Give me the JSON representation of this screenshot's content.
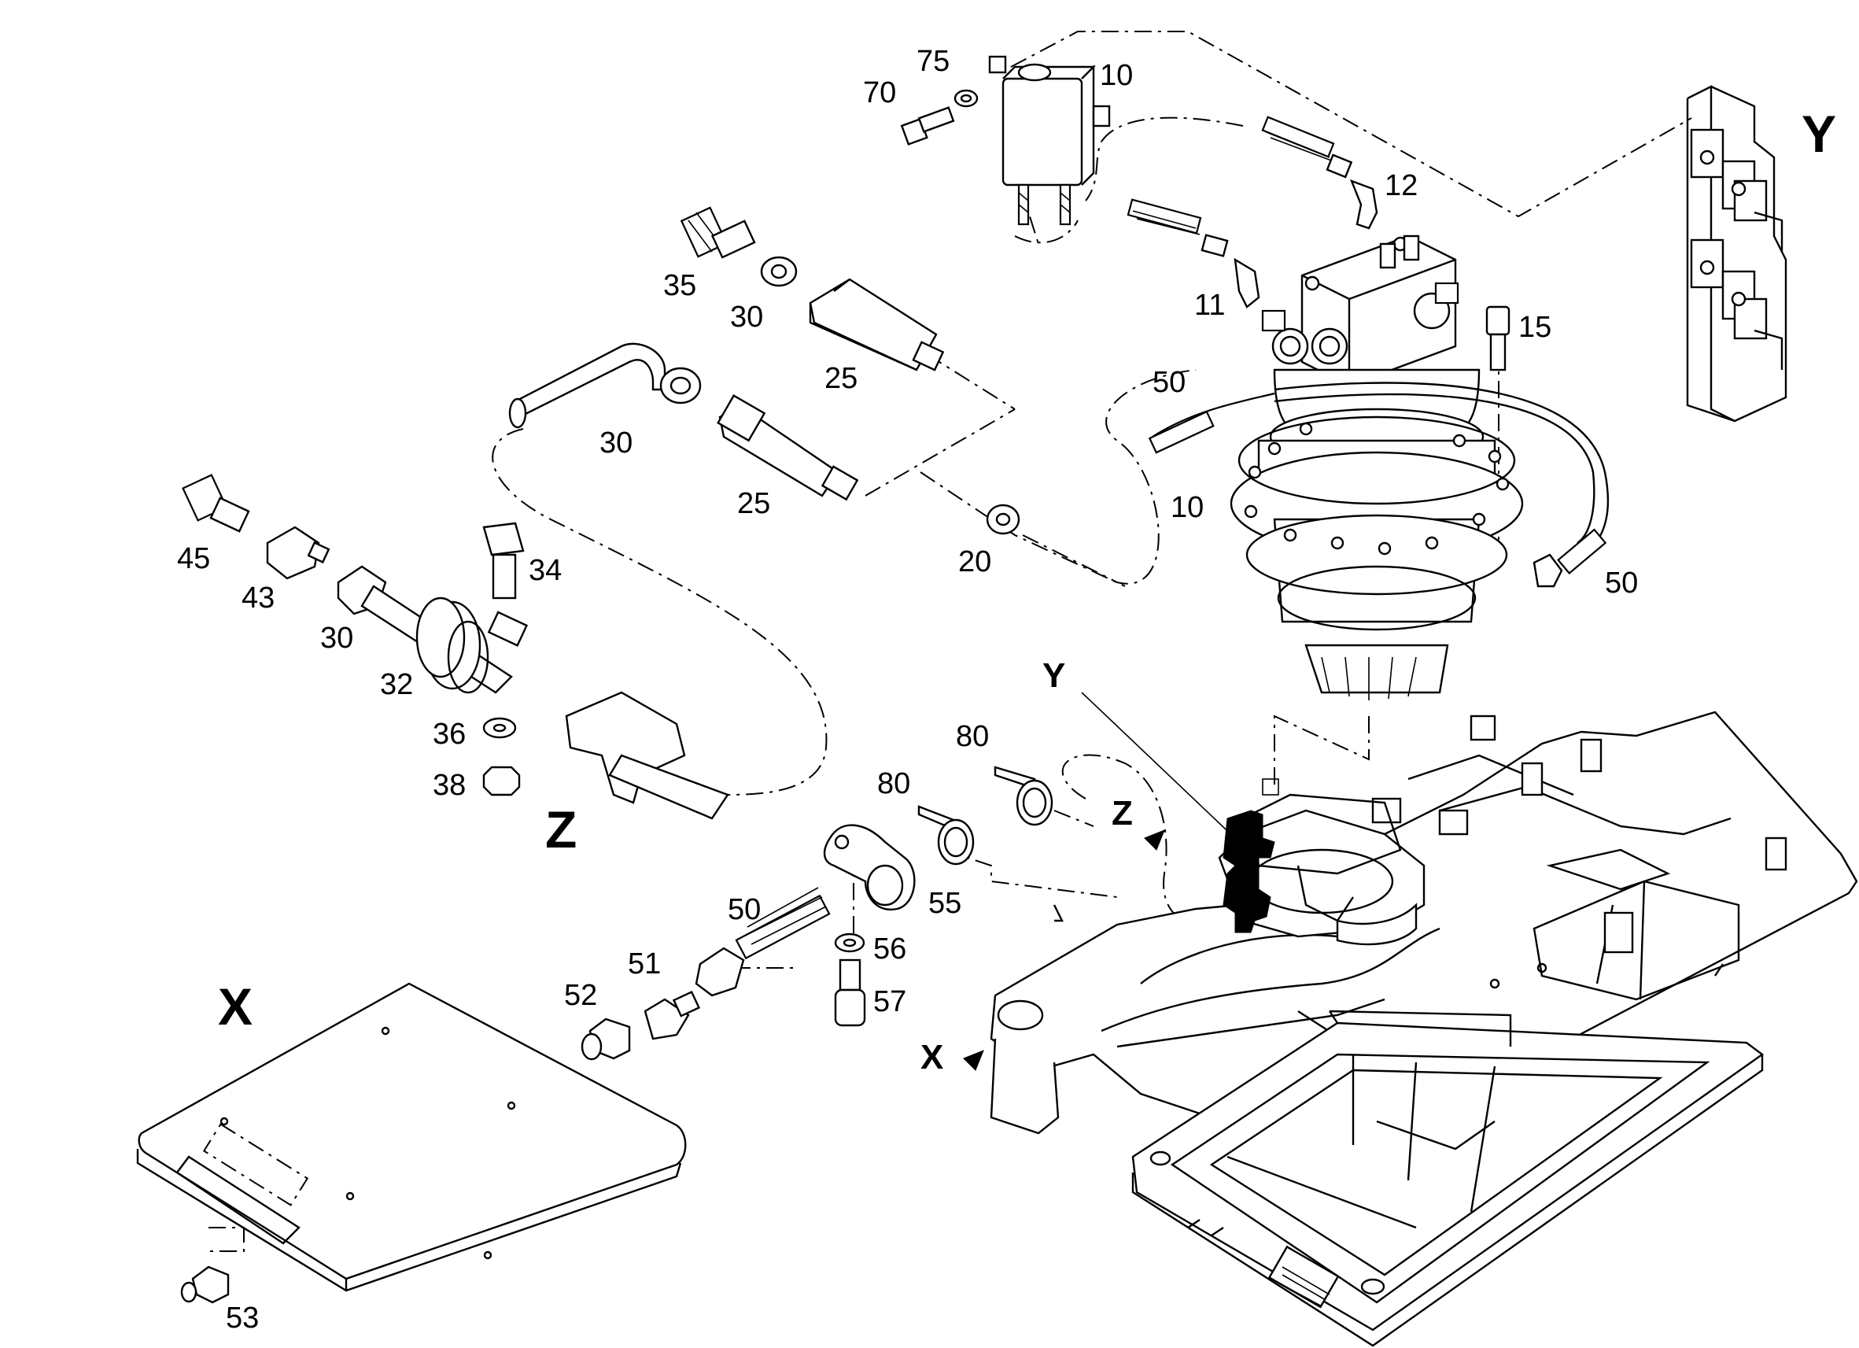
{
  "view_markers": {
    "x_detail": "X",
    "y_detail": "Y",
    "z_detail": "Z",
    "x_pointer": "X",
    "y_pointer": "Y",
    "z_pointer": "Z"
  },
  "callouts": {
    "c70": "70",
    "c75": "75",
    "c10_top": "10",
    "c12": "12",
    "c11": "11",
    "c15": "15",
    "c35": "35",
    "c30_washer": "30",
    "c25_upper": "25",
    "c30_pipe": "30",
    "c25_lower": "25",
    "c20": "20",
    "c50_motor_left": "50",
    "c10_motor": "10",
    "c50_motor_right": "50",
    "c45": "45",
    "c43": "43",
    "c30_bolt": "30",
    "c34": "34",
    "c32": "32",
    "c36": "36",
    "c38": "38",
    "c80_upper": "80",
    "c80_lower": "80",
    "c55": "55",
    "c50_hose": "50",
    "c56": "56",
    "c51": "51",
    "c52": "52",
    "c57": "57",
    "c53": "53"
  }
}
